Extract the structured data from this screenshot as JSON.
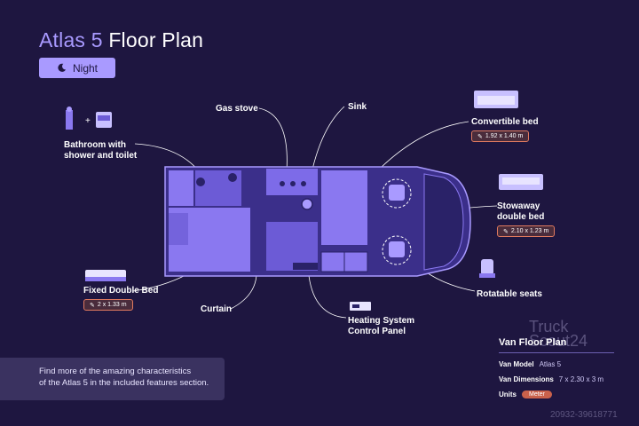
{
  "header": {
    "title_part1": "Atlas 5",
    "title_part2": "Floor Plan",
    "night_label": "Night"
  },
  "callouts": {
    "bathroom": [
      "Bathroom with",
      "shower and toilet"
    ],
    "gas_stove": "Gas stove",
    "sink": "Sink",
    "convertible_bed": "Convertible bed",
    "convertible_bed_size": "1.92 x 1.40 m",
    "stowaway_bed": [
      "Stowaway",
      "double bed"
    ],
    "stowaway_bed_size": "2.10 x 1.23 m",
    "rotatable_seats": "Rotatable seats",
    "heating": [
      "Heating System",
      "Control Panel"
    ],
    "curtain": "Curtain",
    "fixed_bed": "Fixed Double Bed",
    "fixed_bed_size": "2 x 1.33 m"
  },
  "info_box": {
    "line1": "Find more of the amazing characteristics",
    "line2": "of the Atlas 5 in the included features section."
  },
  "specs": {
    "title": "Van Floor Plan",
    "model_label": "Van Model",
    "model_value": "Atlas 5",
    "dimensions_label": "Van Dimensions",
    "dimensions_value": "7 x 2.30 x 3 m",
    "units_label": "Units",
    "units_value": "Meter"
  },
  "watermark": {
    "line1": "Truck",
    "line2": "Scout24"
  },
  "corner_id": "20932-39618771",
  "colors": {
    "background": "#1e1640",
    "accent": "#a99aff",
    "van_fill": "#8a78f0",
    "badge_border": "#e07a5f"
  }
}
